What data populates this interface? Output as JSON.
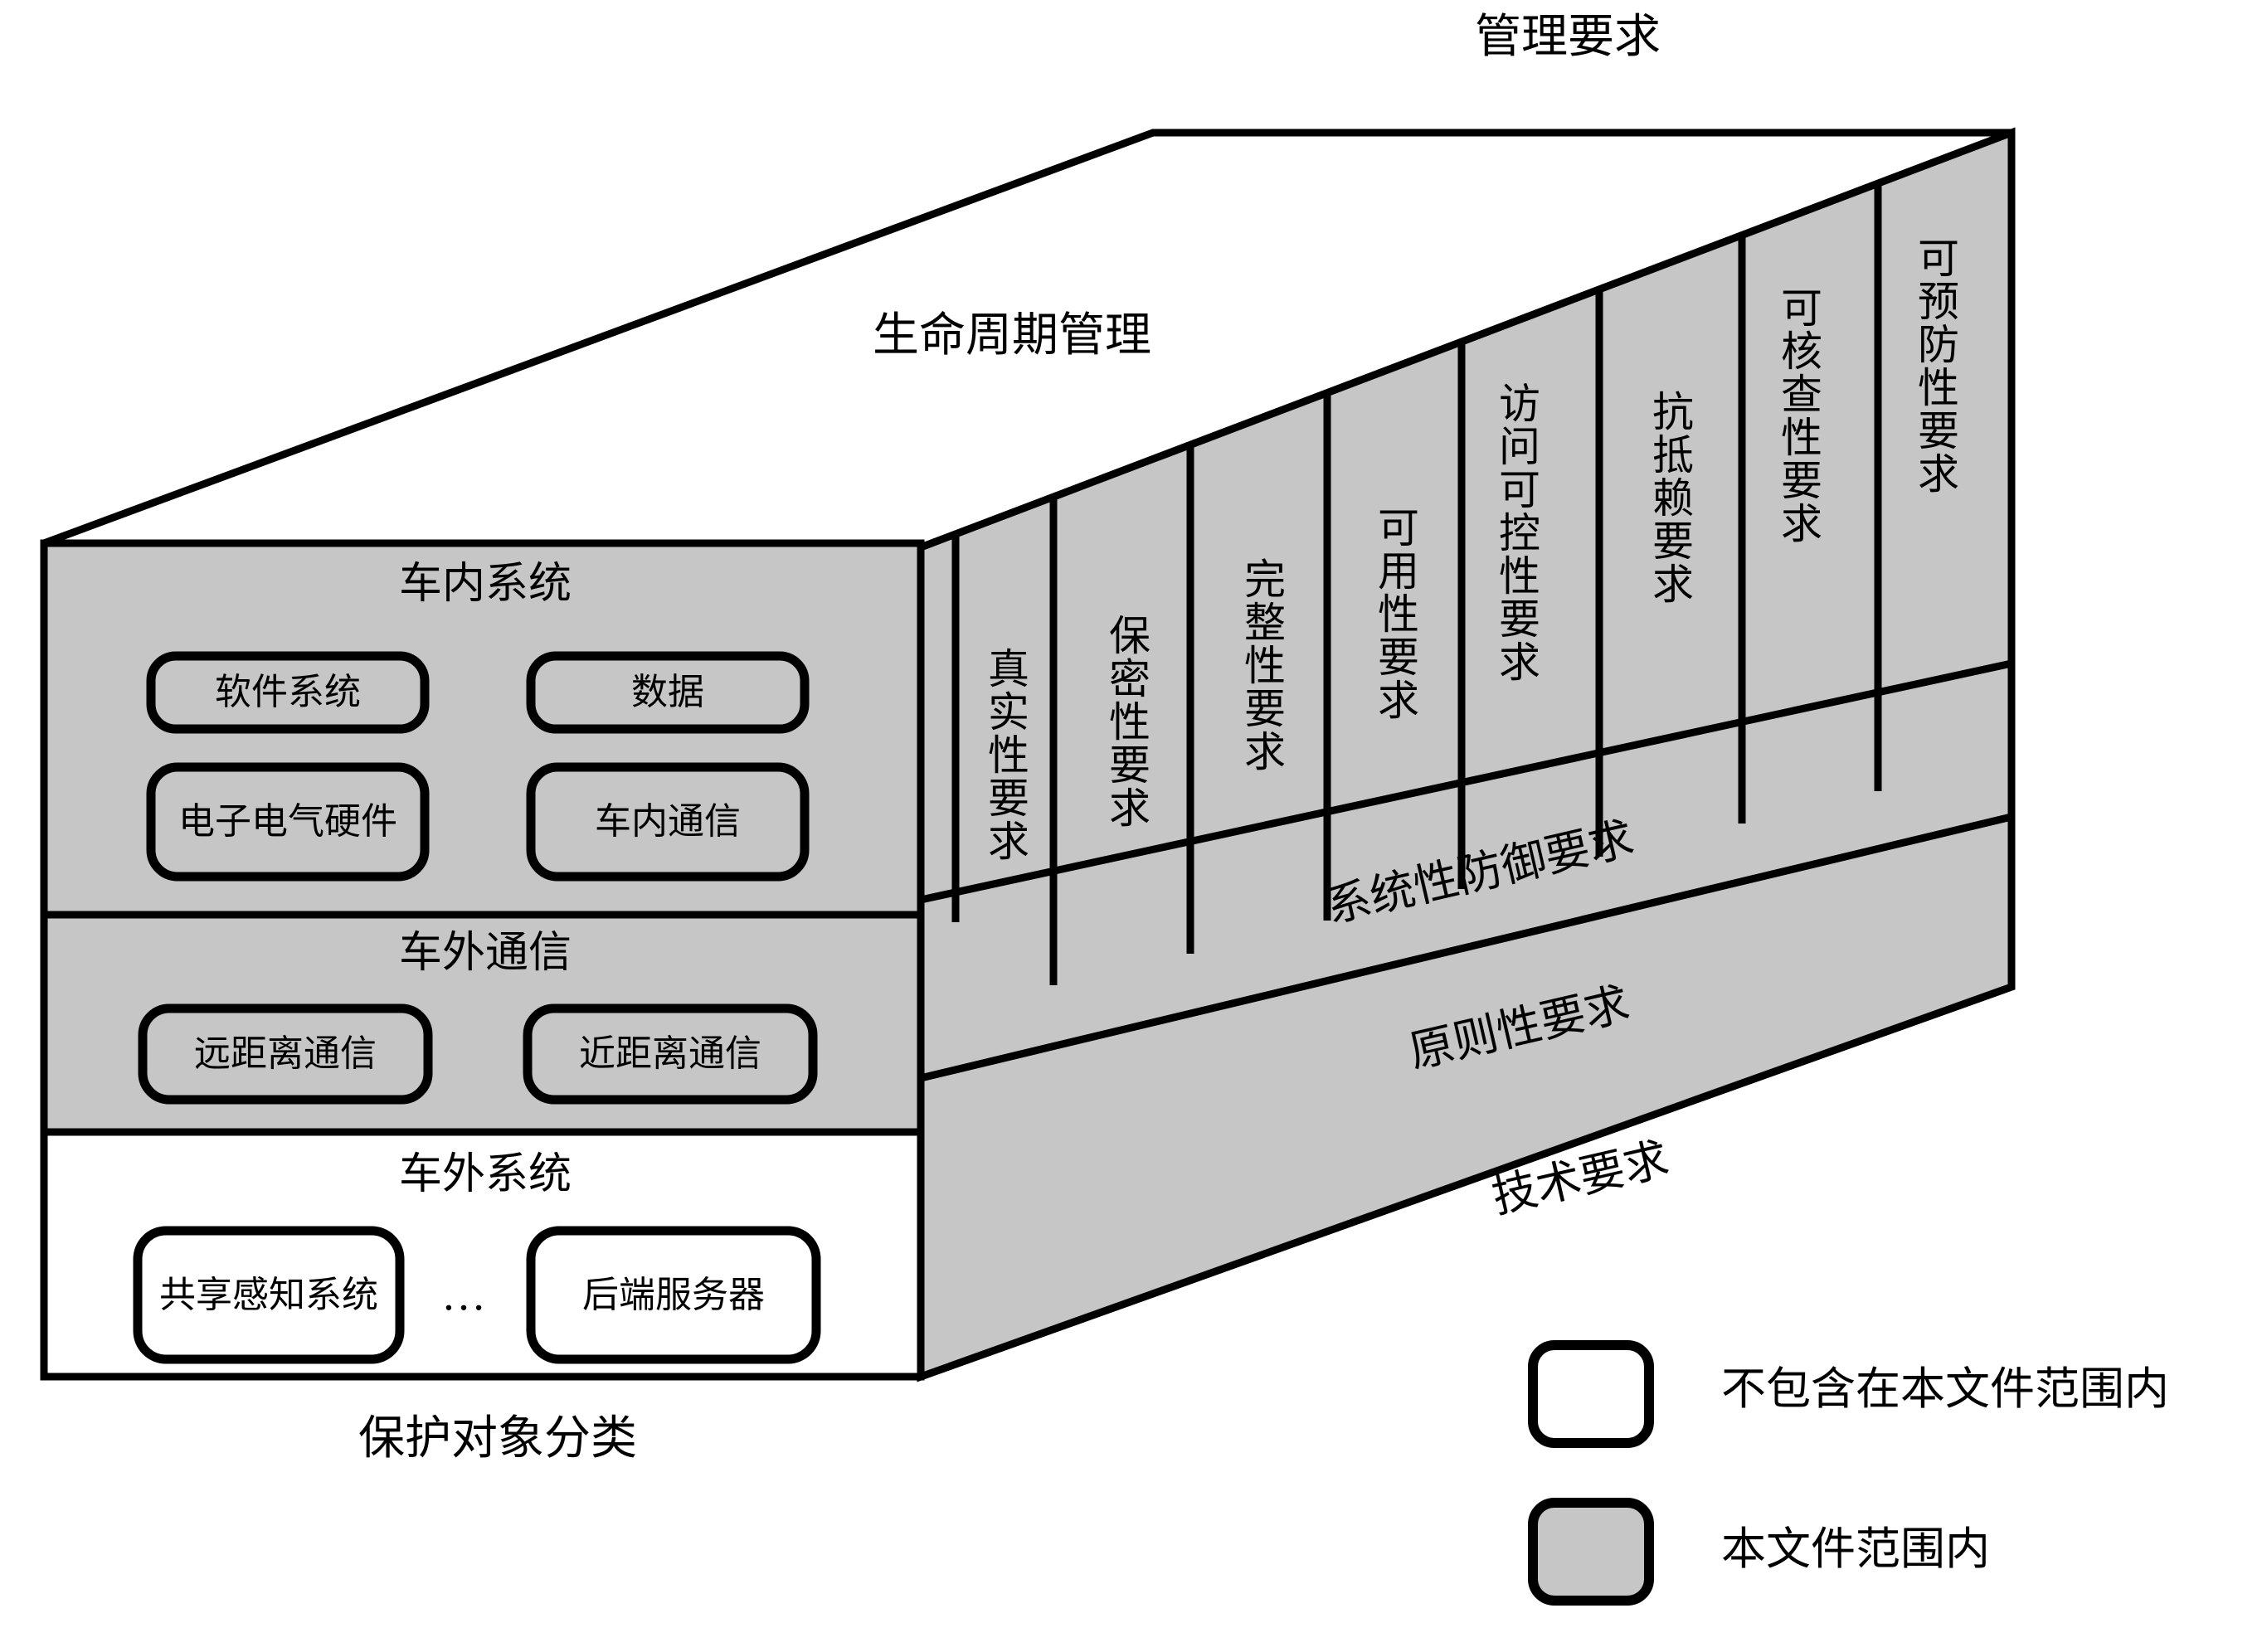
{
  "diagram": {
    "title_top": "管理要求",
    "top_face_label": "生命周期管理",
    "bottom_left_label": "保护对象分类",
    "colors": {
      "fill_gray": "#C6C6C6",
      "fill_white": "#FFFFFF",
      "stroke": "#000000"
    }
  },
  "front_panel": {
    "sections": [
      {
        "heading": "车内系统",
        "in_scope": true,
        "items": [
          "软件系统",
          "数据",
          "电子电气\n硬件",
          "车内通信"
        ]
      },
      {
        "heading": "车外通信",
        "in_scope": true,
        "items": [
          "远距离通信",
          "近距离通信"
        ]
      },
      {
        "heading": "车外系统",
        "in_scope": false,
        "items": [
          "共享感知\n系统",
          "后端服务器"
        ],
        "ellipsis": "…"
      }
    ]
  },
  "side_face": {
    "columns": [
      "真实性要求",
      "保密性要求",
      "完整性要求",
      "可用性要求",
      "访问可控性要求",
      "抗抵赖要求",
      "可核查性要求",
      "可预防性要求"
    ],
    "bands": [
      "系统性防御要求",
      "原则性要求"
    ],
    "bottom_label": "技术要求"
  },
  "legend": {
    "items": [
      {
        "swatch": "white",
        "label": "不包含在本文件范围内"
      },
      {
        "swatch": "gray",
        "label": "本文件范围内"
      }
    ]
  }
}
